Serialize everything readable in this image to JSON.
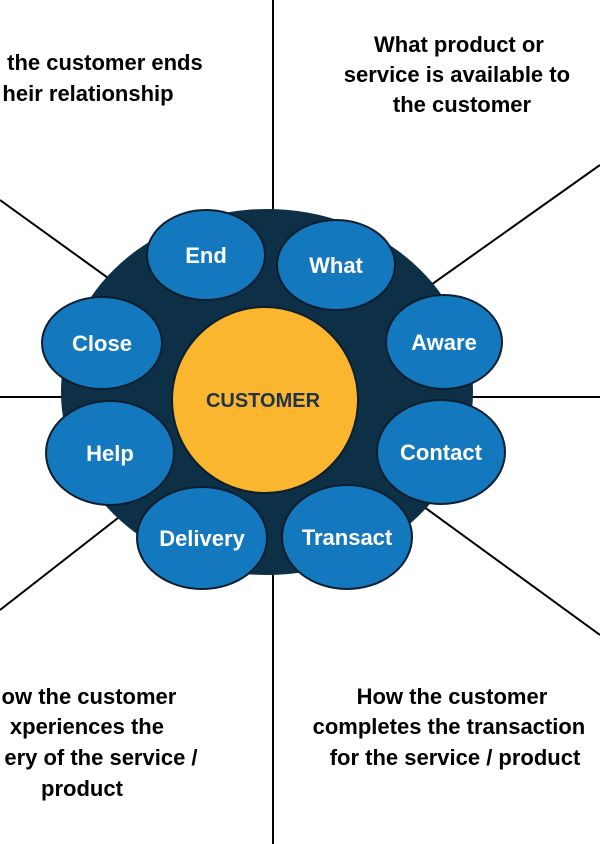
{
  "center_label": "CUSTOMER",
  "stages": [
    {
      "id": "end",
      "label": "End"
    },
    {
      "id": "what",
      "label": "What"
    },
    {
      "id": "aware",
      "label": "Aware"
    },
    {
      "id": "contact",
      "label": "Contact"
    },
    {
      "id": "transact",
      "label": "Transact"
    },
    {
      "id": "delivery",
      "label": "Delivery"
    },
    {
      "id": "help",
      "label": "Help"
    },
    {
      "id": "close",
      "label": "Close"
    }
  ],
  "descriptions": {
    "end": [
      "the customer ends",
      "heir relationship"
    ],
    "what": [
      "What product or",
      "service is  available to",
      "the customer"
    ],
    "delivery": [
      "ow the customer",
      "xperiences the",
      "ery of the service /",
      "product"
    ],
    "transact": [
      "How the customer",
      "completes the transaction",
      "for the service / product"
    ]
  },
  "colors": {
    "oval_fill": "#1478be",
    "oval_stroke": "#0d1e2e",
    "back_disc": "#0d3047",
    "center_fill": "#fbb62f",
    "center_text": "#1f3448",
    "lines": "#000000"
  }
}
